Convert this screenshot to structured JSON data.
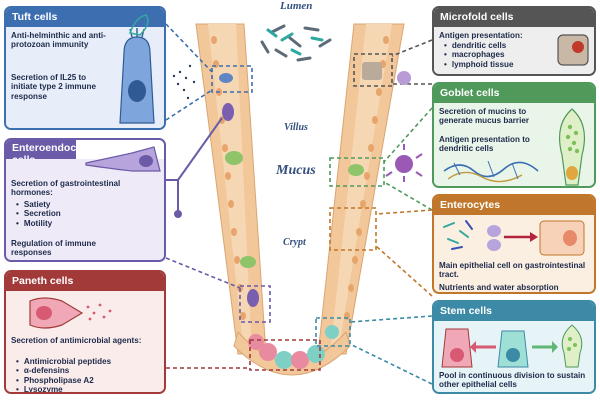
{
  "labels": {
    "lumen": "Lumen",
    "villus": "Villus",
    "mucus": "Mucus",
    "crypt": "Crypt"
  },
  "panels": {
    "tuft": {
      "title": "Tuft cells",
      "text1": "Anti-helminthic and anti-protozoan immunity",
      "text2": "Secretion of IL25 to initiate type 2 immune response"
    },
    "enteroendocrine": {
      "title": "Enteroendocrine cells",
      "text1": "Secretion of gastrointestinal hormones:",
      "bullets": [
        "Satiety",
        "Secretion",
        "Motility"
      ],
      "text2": "Regulation of immune responses"
    },
    "paneth": {
      "title": "Paneth cells",
      "text1": "Secretion of antimicrobial agents:",
      "bullets": [
        "Antimicrobial peptides",
        "α-defensins",
        "Phospholipase A2",
        "Lysozyme"
      ]
    },
    "microfold": {
      "title": "Microfold cells",
      "text1": "Antigen presentation:",
      "bullets": [
        "dendritic cells",
        "macrophages",
        "lymphoid tissue"
      ]
    },
    "goblet": {
      "title": "Goblet cells",
      "text1": "Secretion of mucins to generate mucus barrier",
      "text2": "Antigen presentation to dendritic cells"
    },
    "enterocytes": {
      "title": "Enterocytes",
      "text1": "Main epithelial cell on gastrointestinal tract.",
      "text2": "Nutrients and water absorption"
    },
    "stem": {
      "title": "Stem cells",
      "text1": "Pool in continuous division to sustain other epithelial cells"
    }
  },
  "colors": {
    "tuft": "#3d6fb0",
    "enteroendocrine": "#6a5aa8",
    "paneth": "#a23a3a",
    "microfold": "#555555",
    "goblet": "#4f9a5a",
    "enterocytes": "#c0772b",
    "stem": "#3c8aa6",
    "epithelium": "#f2c79a",
    "nucleus": "#e7a56b",
    "text": "#1d2a4a"
  },
  "icons": [
    "tuft-cell-icon",
    "protozoa-icon",
    "enteroendocrine-cell-icon",
    "paneth-cell-icon",
    "microfold-cell-icon",
    "goblet-cell-icon",
    "dendritic-cell-icon",
    "enterocyte-icon",
    "stem-cell-icon",
    "bacteria-icon"
  ]
}
